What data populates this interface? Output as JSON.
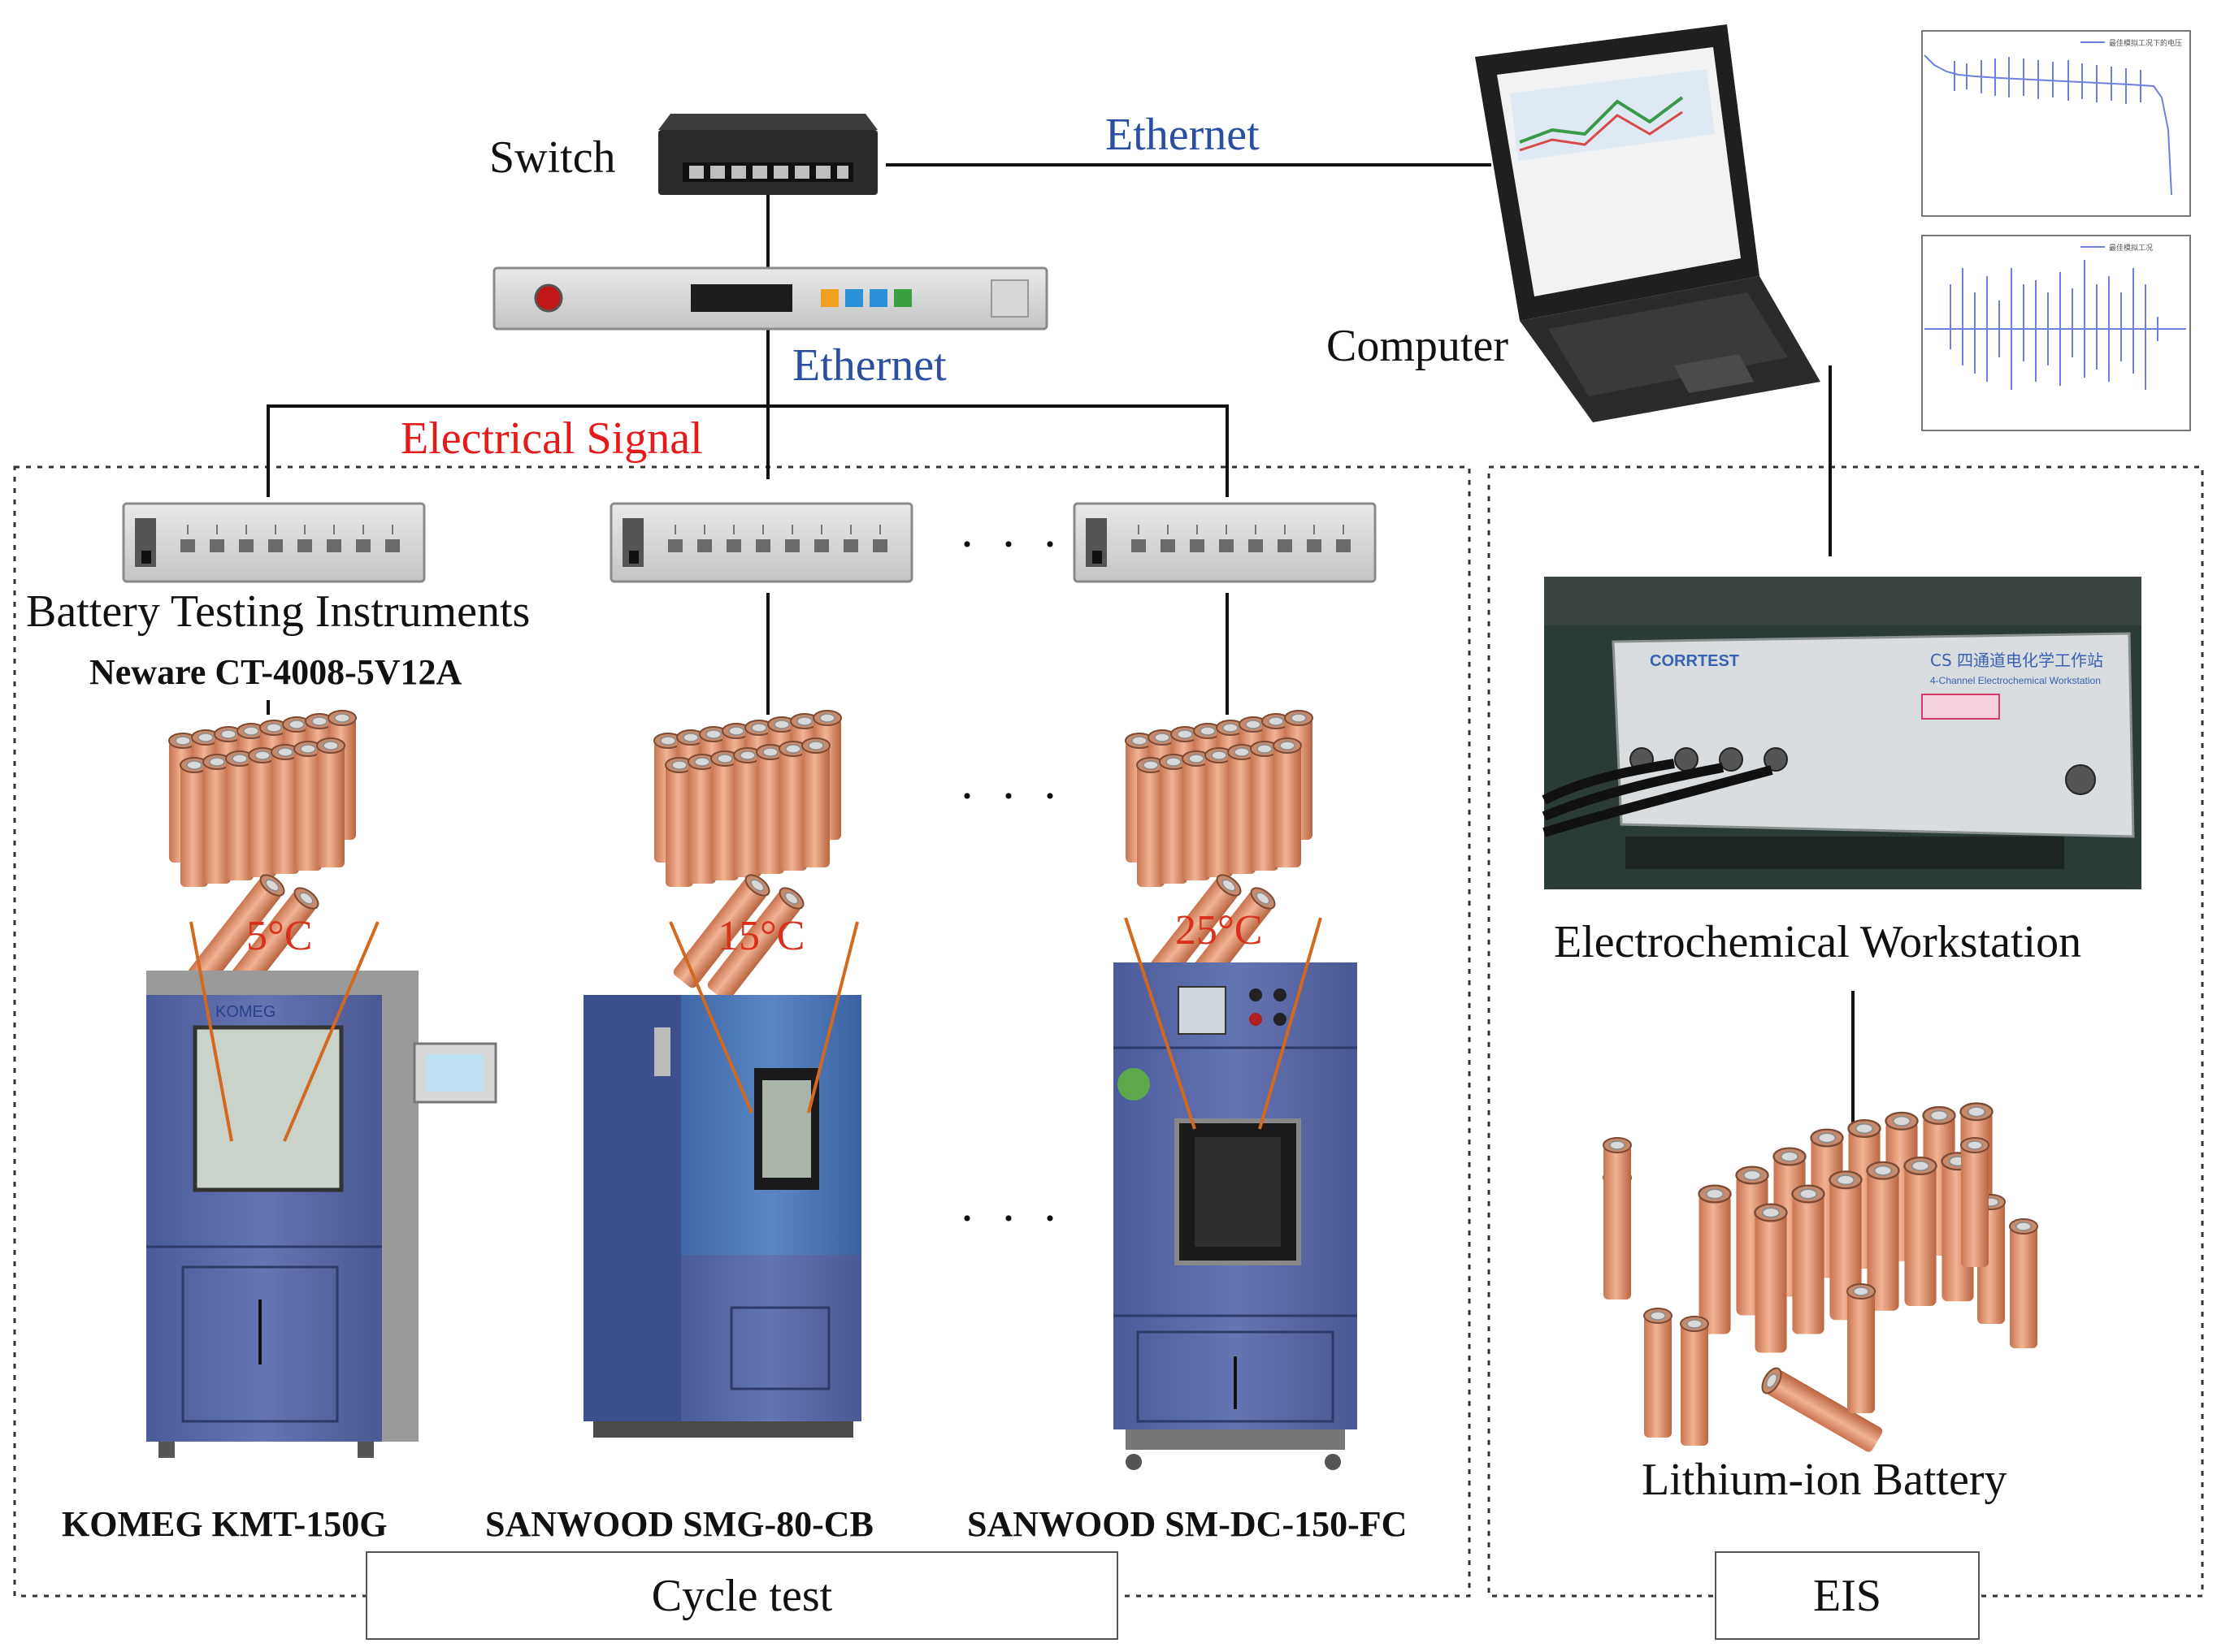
{
  "labels": {
    "switch": "Switch",
    "ethernet_top": "Ethernet",
    "ethernet_mid": "Ethernet",
    "computer": "Computer",
    "electrical_signal": "Electrical Signal",
    "instruments": "Battery Testing Instruments",
    "instrument_model": "Neware CT-4008-5V12A",
    "workstation": "Electrochemical Workstation",
    "battery": "Lithium-ion Battery",
    "cycle_test": "Cycle test",
    "eis": "EIS",
    "ellipsis": "· · ·"
  },
  "chambers": [
    {
      "temp": "5°C",
      "model": "KOMEG KMT-150G",
      "brand": "KOMEG"
    },
    {
      "temp": "15°C",
      "model": "SANWOOD SMG-80-CB",
      "brand": ""
    },
    {
      "temp": "25°C",
      "model": "SANWOOD SM-DC-150-FC",
      "brand": ""
    }
  ],
  "workstation_panel": {
    "brand": "CORRTEST",
    "title": "CS 四通道电化学工作站",
    "subtitle": "4-Channel Electrochemical Workstation"
  },
  "colors": {
    "ethernet_text": "#2a4fa0",
    "signal_text": "#e51b1b",
    "temp_text": "#d8301a",
    "probe_line": "#d2691e",
    "chamber_blue": "#5a6aa8",
    "cell_wrap": "#e8a07a",
    "plot_line": "#6f7fe0"
  },
  "icons": [
    "network-switch-icon",
    "laptop-icon",
    "test-chamber-icon",
    "battery-cell-icon",
    "workstation-icon"
  ]
}
